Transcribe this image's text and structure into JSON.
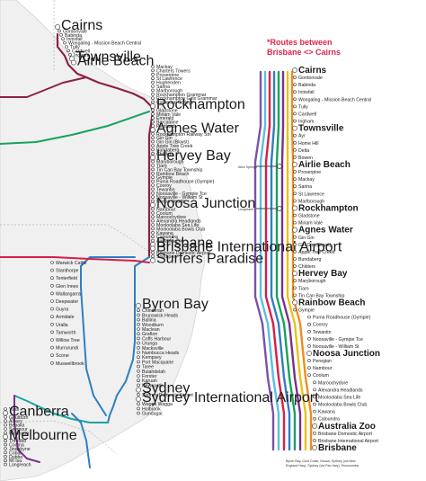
{
  "routes_title": [
    "*Routes between",
    "Brisbane <> Cairns"
  ],
  "colors": {
    "route_red": "#d81e48",
    "route_blue": "#2e7fc1",
    "route_green": "#17a35a",
    "route_purple": "#7b2f8c",
    "route_maroon": "#8e1f47",
    "route_teal": "#1aa3a3",
    "route_orange": "#f28c1e",
    "route_yellow": "#e9c217",
    "route_violet": "#7a52a8",
    "route_cyan": "#5bc0de",
    "land": "#f0f0f0"
  },
  "left_map": {
    "stations": [
      {
        "name": "Cairns",
        "major": true
      },
      {
        "name": "Gordonvale"
      },
      {
        "name": "Babinda"
      },
      {
        "name": "Innisfail"
      },
      {
        "name": "Wongaling - Mission Beach Central"
      },
      {
        "name": "Tully"
      },
      {
        "name": "Cardwell"
      },
      {
        "name": "Ingham"
      },
      {
        "name": "Townsville",
        "major": true
      },
      {
        "name": "Airlie Beach",
        "major": true
      },
      {
        "name": "Mackay"
      },
      {
        "name": "Charters Towers"
      },
      {
        "name": "Proserpine"
      },
      {
        "name": "St Lawrence"
      },
      {
        "name": "Hughenden"
      },
      {
        "name": "Sarina"
      },
      {
        "name": "Marlborough"
      },
      {
        "name": "Rockhampton Grammar"
      },
      {
        "name": "Rockhampton Girls Grammar"
      },
      {
        "name": "Cathedral College"
      },
      {
        "name": "Rockhampton",
        "major": true
      },
      {
        "name": "Gladstone"
      },
      {
        "name": "Miriam Vale"
      },
      {
        "name": "Emerald"
      },
      {
        "name": "Barcaldine"
      },
      {
        "name": "Pentland"
      },
      {
        "name": "Agnes Water",
        "major": true
      },
      {
        "name": "Rockhampton Railway Stn"
      },
      {
        "name": "Gin Gin"
      },
      {
        "name": "Gin Gin (Bkwst)"
      },
      {
        "name": "Apple Tree Creek"
      },
      {
        "name": "Bundaberg"
      },
      {
        "name": "Childers"
      },
      {
        "name": "Hervey Bay",
        "major": true
      },
      {
        "name": "Maryborough"
      },
      {
        "name": "Tiaro"
      },
      {
        "name": "Tin Can Bay Township"
      },
      {
        "name": "Rainbow Beach"
      },
      {
        "name": "Gympie"
      },
      {
        "name": "Puma Roadhouse (Gympie)"
      },
      {
        "name": "Cooroy"
      },
      {
        "name": "Tewantin"
      },
      {
        "name": "Noosaville - Gympie Tce"
      },
      {
        "name": "Noosaville - William St"
      },
      {
        "name": "Noosa Heads"
      },
      {
        "name": "Noosa Junction",
        "major": true
      },
      {
        "name": "Nambour"
      },
      {
        "name": "Coolum"
      },
      {
        "name": "Maroochydore"
      },
      {
        "name": "Alexandra Headlands"
      },
      {
        "name": "Mooloolaba Sea Life"
      },
      {
        "name": "Mooloolaba Bowls Club"
      },
      {
        "name": "Kawana"
      },
      {
        "name": "Caloundra"
      },
      {
        "name": "Australia Zoo"
      },
      {
        "name": "Brisbane",
        "major": true
      },
      {
        "name": "Brisbane International Airport",
        "major": true
      },
      {
        "name": "Brisbane Domestic Airport"
      },
      {
        "name": "Southport"
      },
      {
        "name": "Surfers Paradise",
        "major": true
      },
      {
        "name": "Warwick Cattle"
      },
      {
        "name": "Stanthorpe"
      },
      {
        "name": "Tenterfield"
      },
      {
        "name": "Glen Innes"
      },
      {
        "name": "Wallangarra"
      },
      {
        "name": "Deepwater"
      },
      {
        "name": "Guyra"
      },
      {
        "name": "Armidale"
      },
      {
        "name": "Uralla"
      },
      {
        "name": "Tamworth"
      },
      {
        "name": "Willow Tree"
      },
      {
        "name": "Murrurundi"
      },
      {
        "name": "Scone"
      },
      {
        "name": "Muswellbrook"
      },
      {
        "name": "Byron Bay",
        "major": true
      },
      {
        "name": "Chinderah"
      },
      {
        "name": "Brunswick Heads"
      },
      {
        "name": "Ballina"
      },
      {
        "name": "Woodburn"
      },
      {
        "name": "Maclean"
      },
      {
        "name": "Grafton"
      },
      {
        "name": "Coffs Harbour"
      },
      {
        "name": "Urunga"
      },
      {
        "name": "Macksville"
      },
      {
        "name": "Nambucca Heads"
      },
      {
        "name": "Kempsey"
      },
      {
        "name": "Port Macquarie"
      },
      {
        "name": "Taree"
      },
      {
        "name": "Bulahdelah"
      },
      {
        "name": "Forster"
      },
      {
        "name": "Karuah"
      },
      {
        "name": "Newcastle"
      },
      {
        "name": "Sydney",
        "major": true
      },
      {
        "name": "Sydney Domestic Airport"
      },
      {
        "name": "Sydney International Airport",
        "major": true
      },
      {
        "name": "Wagga Wagga"
      },
      {
        "name": "Holbrook"
      },
      {
        "name": "Gundagai"
      },
      {
        "name": "Yass"
      },
      {
        "name": "Canberra",
        "major": true
      },
      {
        "name": "Goulburn"
      },
      {
        "name": "Albury"
      },
      {
        "name": "Benalla"
      },
      {
        "name": "Seymour"
      },
      {
        "name": "Wodonga"
      },
      {
        "name": "Melbourne",
        "major": true
      },
      {
        "name": "Thredbo"
      },
      {
        "name": "Cooma"
      },
      {
        "name": "Jindabyne"
      },
      {
        "name": "Cobar"
      },
      {
        "name": "Dubbo"
      },
      {
        "name": "Mt Isa"
      },
      {
        "name": "Longreach"
      }
    ]
  },
  "right_map": {
    "stations": [
      {
        "name": "Cairns",
        "major": true
      },
      {
        "name": "Gordonvale"
      },
      {
        "name": "Babinda"
      },
      {
        "name": "Innisfail"
      },
      {
        "name": "Wongaling - Mission Beach Central"
      },
      {
        "name": "Tully"
      },
      {
        "name": "Cardwell"
      },
      {
        "name": "Ingham"
      },
      {
        "name": "Townsville",
        "major": true
      },
      {
        "name": "Ayr"
      },
      {
        "name": "Home Hill"
      },
      {
        "name": "Delta"
      },
      {
        "name": "Bowen"
      },
      {
        "name": "Airlie Beach",
        "major": true
      },
      {
        "name": "Proserpine"
      },
      {
        "name": "Mackay"
      },
      {
        "name": "Sarina"
      },
      {
        "name": "St Lawrence"
      },
      {
        "name": "Marlborough"
      },
      {
        "name": "Rockhampton",
        "major": true
      },
      {
        "name": "Gladstone"
      },
      {
        "name": "Miriam Vale"
      },
      {
        "name": "Agnes Water",
        "major": true
      },
      {
        "name": "Gin Gin"
      },
      {
        "name": "Gin Gin (Bkwst)"
      },
      {
        "name": "Apple Tree Creek"
      },
      {
        "name": "Bundaberg"
      },
      {
        "name": "Childers"
      },
      {
        "name": "Hervey Bay",
        "major": true
      },
      {
        "name": "Maryborough"
      },
      {
        "name": "Tiaro"
      },
      {
        "name": "Tin Can Bay Township"
      },
      {
        "name": "Rainbow Beach",
        "major": true
      },
      {
        "name": "Gympie"
      },
      {
        "name": "Puma Roadhouse (Gympie)"
      },
      {
        "name": "Cooroy"
      },
      {
        "name": "Tewantin"
      },
      {
        "name": "Noosaville - Gympie Tce"
      },
      {
        "name": "Noosaville - William St"
      },
      {
        "name": "Noosa Junction",
        "major": true
      },
      {
        "name": "Peregian"
      },
      {
        "name": "Nambour"
      },
      {
        "name": "Coolum"
      },
      {
        "name": "Maroochydore"
      },
      {
        "name": "Alexandra Headlands"
      },
      {
        "name": "Mooloolaba Sea Life"
      },
      {
        "name": "Mooloolaba Bowls Club"
      },
      {
        "name": "Kawana"
      },
      {
        "name": "Caloundra"
      },
      {
        "name": "Australia Zoo",
        "major": true
      },
      {
        "name": "Brisbane Domestic Airport"
      },
      {
        "name": "Brisbane International Airport"
      },
      {
        "name": "Brisbane",
        "major": true
      }
    ],
    "side_labels": [
      "Alice Springs",
      "Longreach"
    ],
    "footnote": [
      "Byron Bay, Gold Coast, Noosa, Sydney (via New",
      "England Hwy), Sydney (via Pac Hwy), Toowoomba"
    ]
  }
}
